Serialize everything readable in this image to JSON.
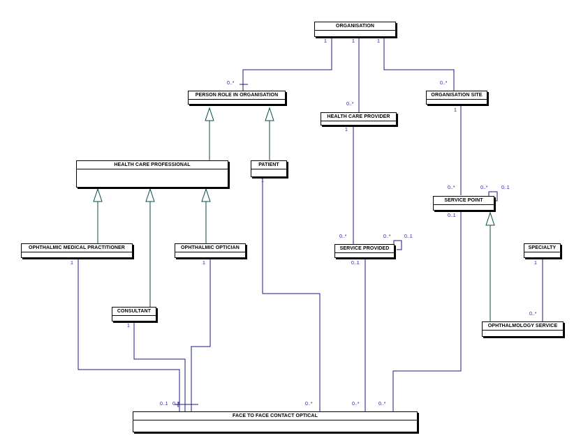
{
  "classes": {
    "organisation": "ORGANISATION",
    "person_role": "PERSON ROLE IN ORGANISATION",
    "health_care_provider": "HEALTH CARE PROVIDER",
    "organisation_site": "ORGANISATION SITE",
    "health_care_professional": "HEALTH CARE PROFESSIONAL",
    "patient": "PATIENT",
    "service_point": "SERVICE POINT",
    "ophthalmic_medical_practitioner": "OPHTHALMIC MEDICAL PRACTITIONER",
    "ophthalmic_optician": "OPHTHALMIC OPTICIAN",
    "service_provided": "SERVICE PROVIDED",
    "specialty": "SPECIALTY",
    "consultant": "CONSULTANT",
    "ophthalmology_service": "OPHTHALMOLOGY SERVICE",
    "face_to_face": "FACE TO FACE CONTACT OPTICAL"
  },
  "multiplicities": {
    "org_to_role_1": "1",
    "org_to_provider_1": "1",
    "org_to_site_1": "1",
    "role_many": "0..*",
    "provider_many": "0..*",
    "site_many": "0..*",
    "site_1": "1",
    "sp_many": "0..*",
    "sp_self_many": "0..*",
    "sp_self_one": "0..1",
    "sp_bottom": "0..1",
    "provider_1": "1",
    "spv_many": "0..*",
    "spv_self_many": "0..*",
    "spv_self_one": "0..1",
    "spv_bottom": "0..1",
    "patient_1": "1",
    "omp_1": "1",
    "optician_1": "1",
    "consultant_1": "1",
    "specialty_1": "1",
    "ophth_many": "0..*",
    "f2f_left": "0..1",
    "f2f_left2": "0..*",
    "f2f_patient": "0..*",
    "f2f_spv": "0..*",
    "f2f_sp": "0..*"
  }
}
